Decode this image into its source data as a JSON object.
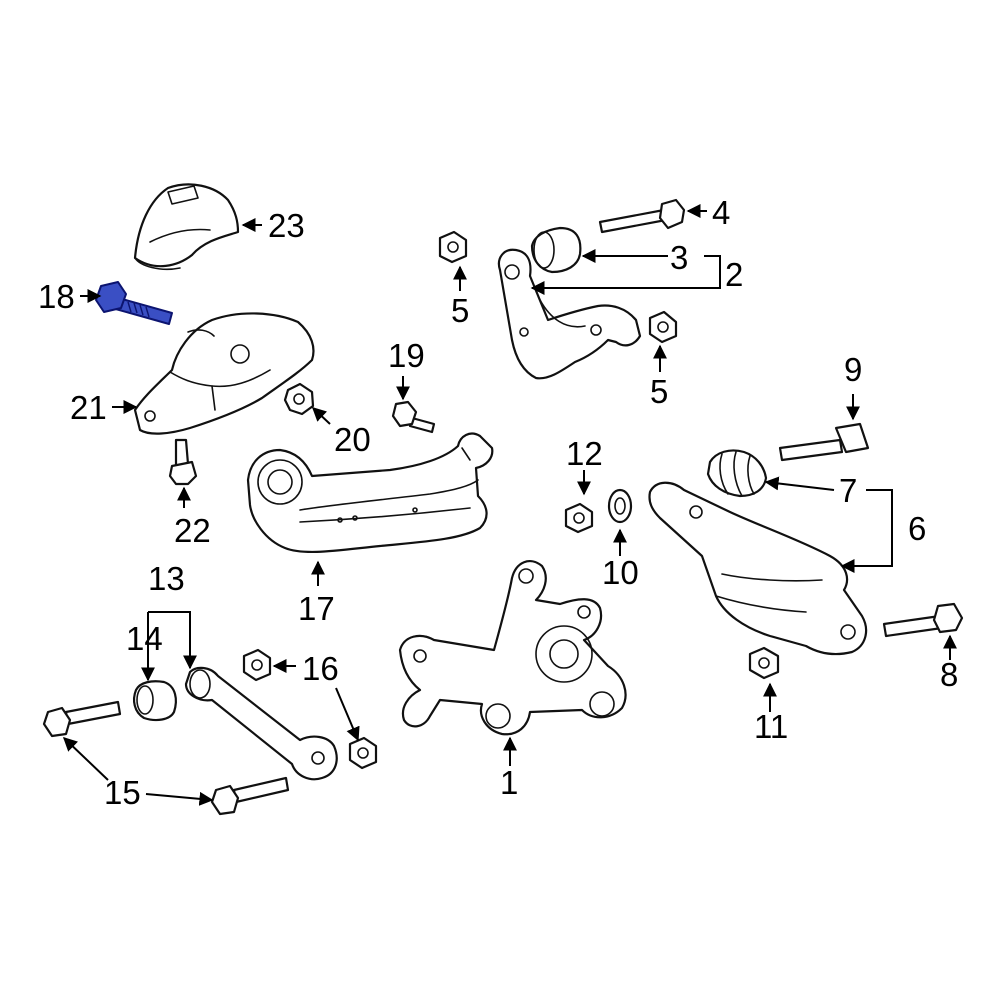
{
  "highlight_color": "#3a4fc4",
  "callouts": {
    "c1": "1",
    "c2": "2",
    "c3": "3",
    "c4": "4",
    "c5a": "5",
    "c5b": "5",
    "c6": "6",
    "c7": "7",
    "c8": "8",
    "c9": "9",
    "c10": "10",
    "c11": "11",
    "c12": "12",
    "c13": "13",
    "c14": "14",
    "c15": "15",
    "c16": "16",
    "c17": "17",
    "c18": "18",
    "c19": "19",
    "c20": "20",
    "c21": "21",
    "c22": "22",
    "c23": "23"
  }
}
